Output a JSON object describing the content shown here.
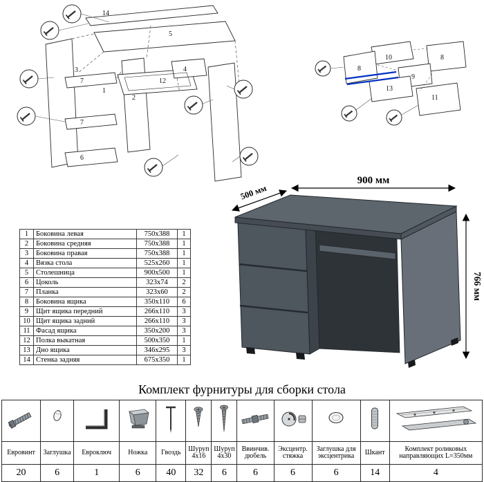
{
  "hardware_title": "Комплект фурнитуры для сборки стола",
  "dimension_labels": {
    "width": "900 мм",
    "depth": "500 мм",
    "height": "766 мм"
  },
  "colors": {
    "desk_gray": "#5d656d",
    "rail_blue": "#0030c0"
  },
  "diagrams": {
    "left": {
      "labels": [
        "14",
        "5",
        "3",
        "7",
        "1",
        "2",
        "12",
        "4",
        "7",
        "6"
      ]
    },
    "right": {
      "labels": [
        "10",
        "8",
        "8",
        "9",
        "13",
        "11"
      ]
    }
  },
  "parts_table": {
    "rows": [
      {
        "num": "1",
        "name": "Боковина левая",
        "size": "750х388",
        "qty": "1"
      },
      {
        "num": "2",
        "name": "Боковина средняя",
        "size": "750х388",
        "qty": "1"
      },
      {
        "num": "3",
        "name": "Боковина правая",
        "size": "750х388",
        "qty": "1"
      },
      {
        "num": "4",
        "name": "Вязка стола",
        "size": "525х260",
        "qty": "1"
      },
      {
        "num": "5",
        "name": "Столешница",
        "size": "900х500",
        "qty": "1"
      },
      {
        "num": "6",
        "name": "Цоколь",
        "size": "323х74",
        "qty": "2"
      },
      {
        "num": "7",
        "name": "Планка",
        "size": "323х60",
        "qty": "2"
      },
      {
        "num": "8",
        "name": "Боковина ящика",
        "size": "350х110",
        "qty": "6"
      },
      {
        "num": "9",
        "name": "Щит ящика передний",
        "size": "266х110",
        "qty": "3"
      },
      {
        "num": "10",
        "name": "Щит ящика задний",
        "size": "266х110",
        "qty": "3"
      },
      {
        "num": "11",
        "name": "Фасад ящика",
        "size": "350х200",
        "qty": "3"
      },
      {
        "num": "12",
        "name": "Полка выкатная",
        "size": "500х350",
        "qty": "1"
      },
      {
        "num": "13",
        "name": "Дно ящика",
        "size": "346х295",
        "qty": "3"
      },
      {
        "num": "14",
        "name": "Стенка задняя",
        "size": "675х350",
        "qty": "1"
      }
    ]
  },
  "hardware_table": {
    "items": [
      {
        "name": "Евровинт",
        "qty": "20"
      },
      {
        "name": "Заглушка",
        "qty": "6"
      },
      {
        "name": "Евроключ",
        "qty": "1"
      },
      {
        "name": "Ножка",
        "qty": "6"
      },
      {
        "name": "Гвоздь",
        "qty": "40"
      },
      {
        "name": "Шуруп 4х16",
        "qty": "32"
      },
      {
        "name": "Шуруп 4х30",
        "qty": "6"
      },
      {
        "name": "Ввинчив. дюбель",
        "qty": "6"
      },
      {
        "name": "Эксцентр. стяжка",
        "qty": "6"
      },
      {
        "name": "Заглушка для эксцентрика",
        "qty": "6"
      },
      {
        "name": "Шкант",
        "qty": "14"
      },
      {
        "name": "Комплект роликовых направляющих L=350мм",
        "qty": "4"
      }
    ]
  }
}
